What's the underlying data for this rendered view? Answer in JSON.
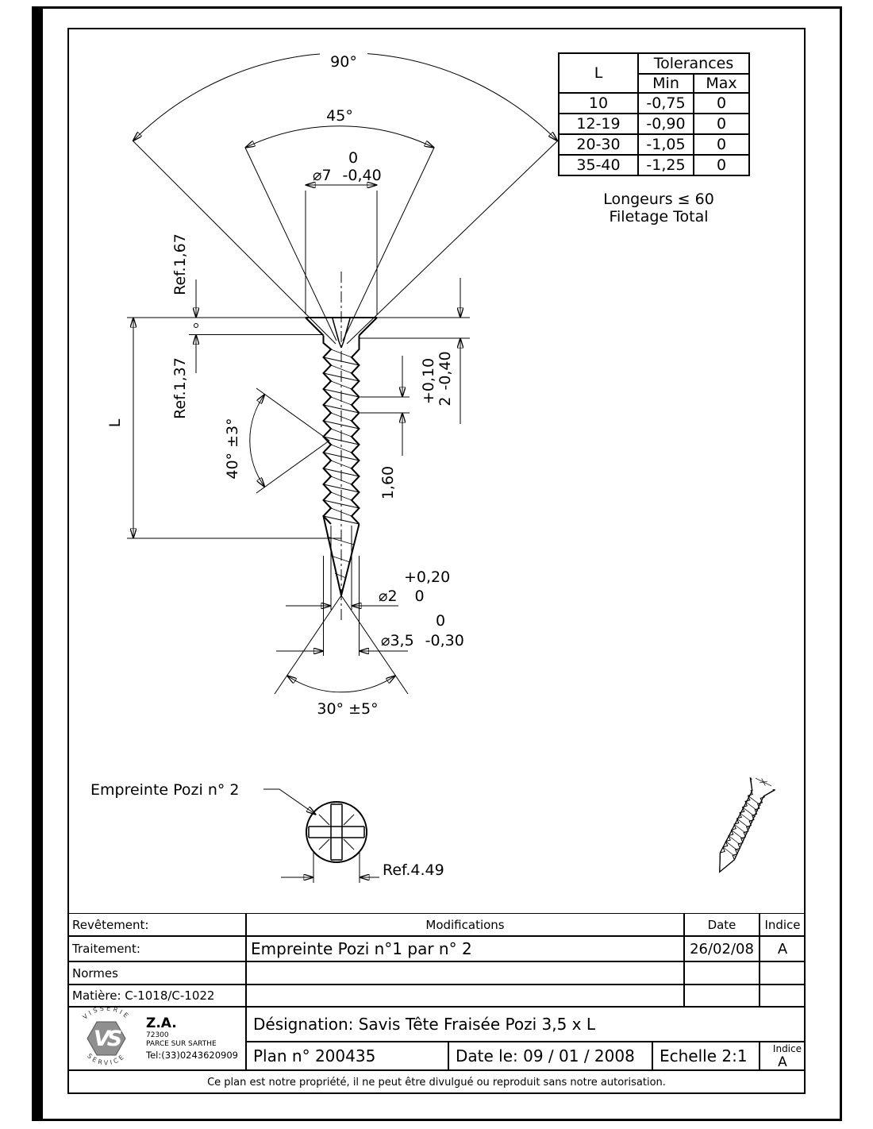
{
  "tolerances_table": {
    "col_l": "L",
    "title": "Tolerances",
    "min": "Min",
    "max": "Max",
    "rows": [
      {
        "l": "10",
        "min": "-0,75",
        "max": "0"
      },
      {
        "l": "12-19",
        "min": "-0,90",
        "max": "0"
      },
      {
        "l": "20-30",
        "min": "-1,05",
        "max": "0"
      },
      {
        "l": "35-40",
        "min": "-1,25",
        "max": "0"
      }
    ],
    "note_line1": "Longeurs ≤ 60",
    "note_line2": "Filetage Total"
  },
  "drawing": {
    "angle_90": "90°",
    "angle_45": "45°",
    "dia7_upper": "0",
    "dia7": "⌀7",
    "dia7_lower": "-0,40",
    "ref_167": "Ref.1,67",
    "ref_137": "Ref.1,37",
    "length_label": "L",
    "thread_angle": "40° ±3°",
    "dim2_upper": "+0,10",
    "dim2": "2",
    "dim2_lower": "-0,40",
    "pitch": "1,60",
    "dia2_upper": "+0,20",
    "dia2": "⌀2",
    "dia2_lower": "0",
    "dia35_upper": "0",
    "dia35": "⌀3,5",
    "dia35_lower": "-0,30",
    "point_angle": "30° ±5°",
    "pozi_label": "Empreinte Pozi n° 2",
    "pozi_ref": "Ref.4.49"
  },
  "title_block": {
    "revetement_label": "Revêtement:",
    "modifications_header": "Modifications",
    "date_header": "Date",
    "indice_header": "Indice",
    "traitement_label": "Traitement:",
    "modification_entry": "Empreinte Pozi n°1 par n° 2",
    "modification_date": "26/02/08",
    "modification_indice": "A",
    "normes_label": "Normes",
    "matiere_label": "Matière: C-1018/C-1022",
    "designation": "Désignation: Savis Tête Fraisée Pozi  3,5 x L",
    "plan_no": "Plan n° 200435",
    "date_le": "Date le: 09 / 01 / 2008",
    "echelle": "Echelle 2:1",
    "indice_label": "Indice",
    "indice_value": "A",
    "footer": "Ce plan est notre propriété, il ne peut être divulgué ou reproduit sans notre autorisation."
  },
  "company": {
    "logo_ring_top": "VISSERIE",
    "logo_ring_bottom": "SERVICE",
    "logo_initials": "VS",
    "za": "Z.A.",
    "postal": "72300",
    "city": "PARCE SUR SARTHE",
    "tel": "Tel:(33)0243620909"
  }
}
